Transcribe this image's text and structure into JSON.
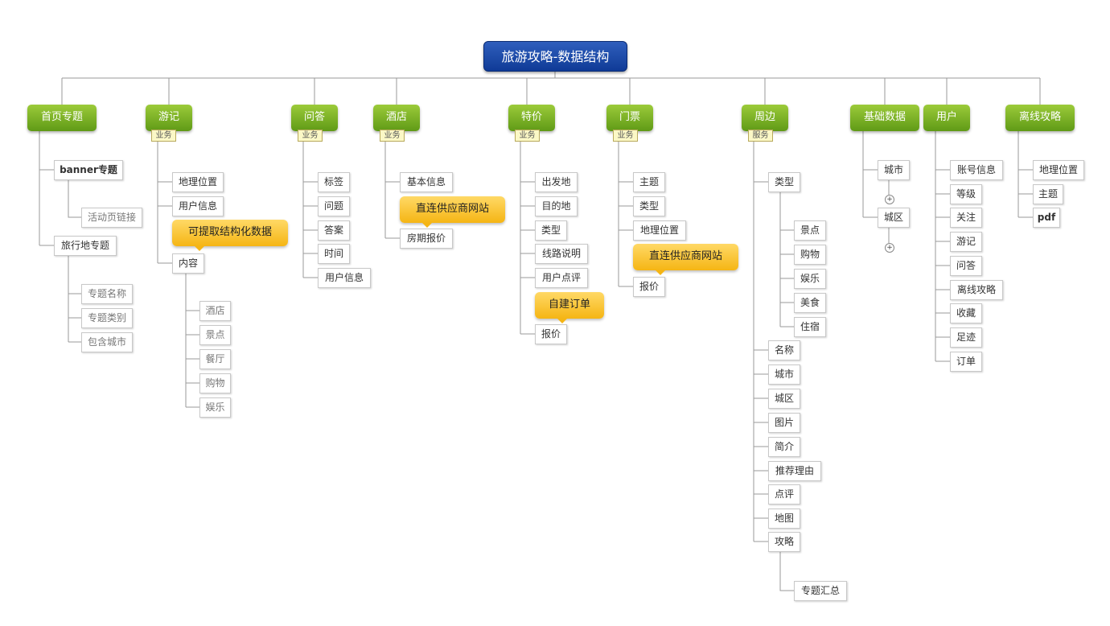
{
  "root": "旅游攻略-数据结构",
  "cat": {
    "home": "首页专题",
    "travel": "游记",
    "qa": "问答",
    "hotel": "酒店",
    "deal": "特价",
    "ticket": "门票",
    "nearby": "周边",
    "base": "基础数据",
    "user": "用户",
    "offline": "离线攻略"
  },
  "tags": {
    "biz": "业务",
    "service": "服务"
  },
  "home": {
    "banner": "banner专题",
    "activity_link": "活动页链接",
    "dest": "旅行地专题",
    "dest_children": [
      "专题名称",
      "专题类别",
      "包含城市"
    ]
  },
  "travel": {
    "items": [
      "地理位置",
      "用户信息",
      "内容"
    ],
    "note": "可提取结构化数据",
    "content_children": [
      "酒店",
      "景点",
      "餐厅",
      "购物",
      "娱乐"
    ]
  },
  "qa": {
    "items": [
      "标签",
      "问题",
      "答案",
      "时间",
      "用户信息"
    ]
  },
  "hotel": {
    "items": [
      "基本信息",
      "房期报价"
    ],
    "note": "直连供应商网站"
  },
  "deal": {
    "items": [
      "出发地",
      "目的地",
      "类型",
      "线路说明",
      "用户点评",
      "报价"
    ],
    "note": "自建订单"
  },
  "ticket": {
    "items": [
      "主题",
      "类型",
      "地理位置",
      "报价"
    ],
    "note": "直连供应商网站"
  },
  "nearby": {
    "type": "类型",
    "type_children": [
      "景点",
      "购物",
      "娱乐",
      "美食",
      "住宿"
    ],
    "items": [
      "名称",
      "城市",
      "城区",
      "图片",
      "简介",
      "推荐理由",
      "点评",
      "地图",
      "攻略"
    ],
    "guide_child": "专题汇总"
  },
  "base": {
    "items": [
      "城市",
      "城区"
    ]
  },
  "user": {
    "items": [
      "账号信息",
      "等级",
      "关注",
      "游记",
      "问答",
      "离线攻略",
      "收藏",
      "足迹",
      "订单"
    ]
  },
  "offline": {
    "items": [
      "地理位置",
      "主题",
      "pdf"
    ]
  }
}
